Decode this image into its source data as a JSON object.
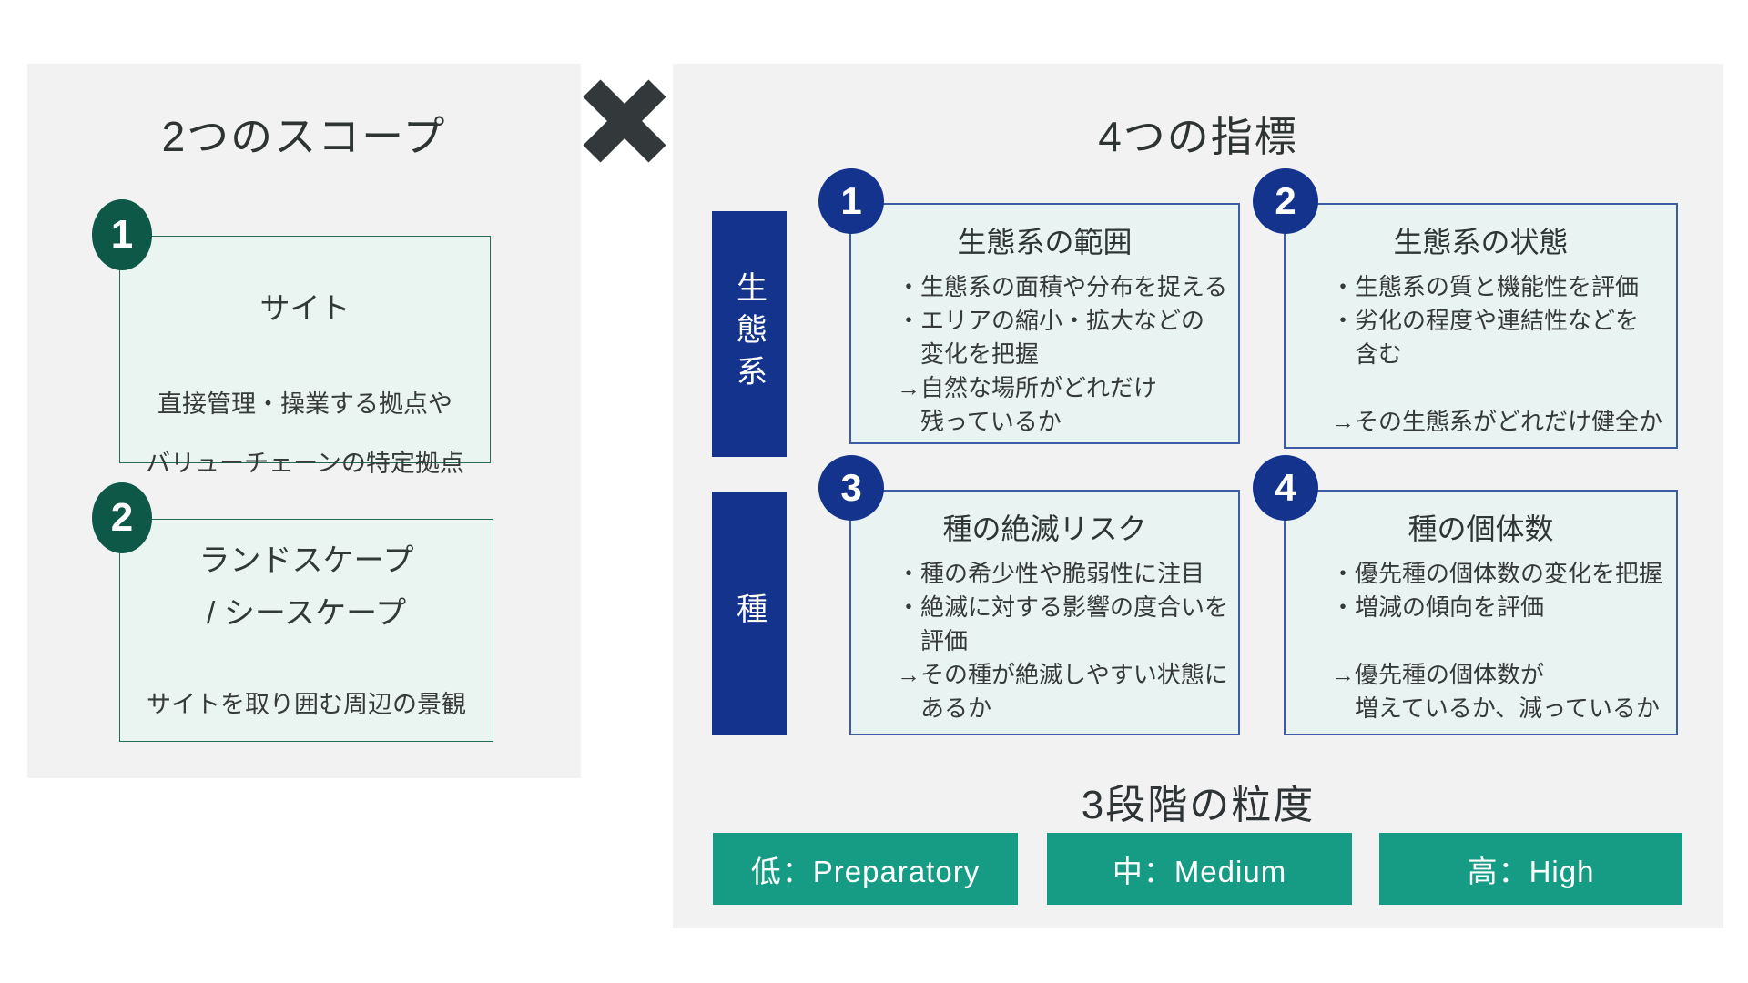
{
  "left_panel": {
    "title": "2つのスコープ",
    "items": [
      {
        "number": "1",
        "title": "サイト",
        "body_lines": [
          "直接管理・操業する拠点や",
          "バリューチェーンの特定拠点"
        ]
      },
      {
        "number": "2",
        "title_lines": [
          "ランドスケープ",
          "/ シースケープ"
        ],
        "body_lines": [
          "サイトを取り囲む周辺の景観"
        ]
      }
    ]
  },
  "multiply_icon": "×",
  "right_panel": {
    "title": "4つの指標",
    "row_labels": [
      {
        "text": "生態系"
      },
      {
        "text": "種"
      }
    ],
    "indicators": [
      {
        "number": "1",
        "title": "生態系の範囲",
        "lines": [
          "・生態系の面積や分布を捉える",
          "・エリアの縮小・拡大などの",
          "　変化を把握",
          "→自然な場所がどれだけ",
          "　残っているか"
        ]
      },
      {
        "number": "2",
        "title": "生態系の状態",
        "lines": [
          "・生態系の質と機能性を評価",
          "・劣化の程度や連結性などを",
          "　含む",
          "→その生態系がどれだけ健全か"
        ]
      },
      {
        "number": "3",
        "title": "種の絶滅リスク",
        "lines": [
          "・種の希少性や脆弱性に注目",
          "・絶滅に対する影響の度合いを",
          "　評価",
          "→その種が絶滅しやすい状態に",
          "　あるか"
        ]
      },
      {
        "number": "4",
        "title": "種の個体数",
        "lines": [
          "・優先種の個体数の変化を把握",
          "・増減の傾向を評価",
          "→優先種の個体数が",
          "　増えているか、減っているか"
        ]
      }
    ],
    "granularity": {
      "title": "3段階の粒度",
      "levels": [
        {
          "label": "低：Preparatory"
        },
        {
          "label": "中：Medium"
        },
        {
          "label": "高：High"
        }
      ]
    }
  },
  "colors": {
    "panel_bg": "#f2f2f2",
    "navy": "#14338c",
    "dark_green": "#0e5848",
    "green_border": "#266b53",
    "green_box_bg": "#eaf4f0",
    "blue_border": "#3d5ca8",
    "blue_box_bg": "#e9f3f1",
    "teal_button": "#169b84",
    "text_dark": "#2f3534"
  }
}
